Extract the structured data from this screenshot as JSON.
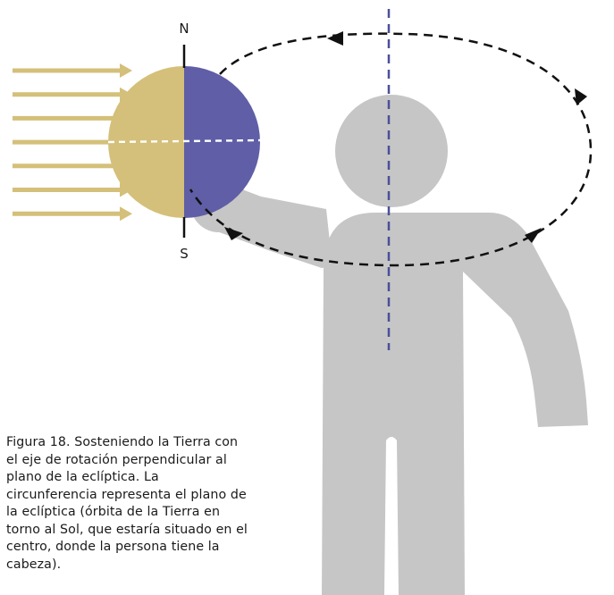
{
  "labels": {
    "north": "N",
    "south": "S"
  },
  "caption": "Figura 18. Sosteniendo la Tierra con el eje de rotación perpendicular al plano de la eclíptica. La circunferencia representa el plano de la eclíptica (órbita de la Tierra en torno al Sol, que estaría situado en el centro, donde la persona tiene la cabeza).",
  "colors": {
    "sun_rays": "#d4c07a",
    "day_side": "#d4c07a",
    "night_side": "#5f5ea6",
    "person": "#c6c6c6",
    "orbit": "#111111",
    "axis": "#4a4f9a"
  },
  "sun_ray_count": 7
}
